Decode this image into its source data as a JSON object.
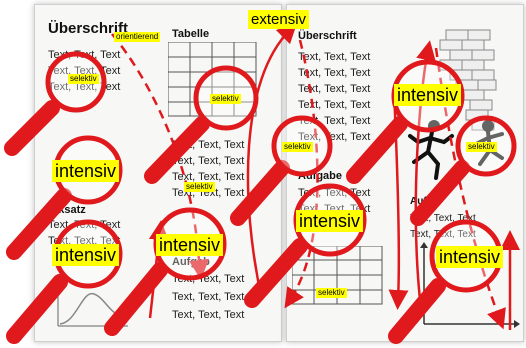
{
  "left_page": {
    "heading": "Überschrift",
    "text_line": "Text, Text, Text",
    "table_heading": "Tabelle",
    "summary_heading_fragment": "rksatz",
    "task_heading_fragment": "Aufgab"
  },
  "right_page": {
    "heading": "Überschrift",
    "text_line": "Text, Text, Text",
    "task_heading_fragment": "Aufgabe",
    "task_heading_fragment_2": "Aufg"
  },
  "labels": {
    "extensiv": "extensiv",
    "orientierend": "orientierend",
    "selektiv": "selektiv",
    "intensiv": "intensiv"
  },
  "colors": {
    "accent_red": "#e0191d",
    "highlight_yellow": "#ffff00",
    "page_background": "#f7f7f5"
  },
  "icons": [
    "magnifier-icon",
    "running-figure-icon",
    "wall-icon",
    "line-graph-icon"
  ]
}
